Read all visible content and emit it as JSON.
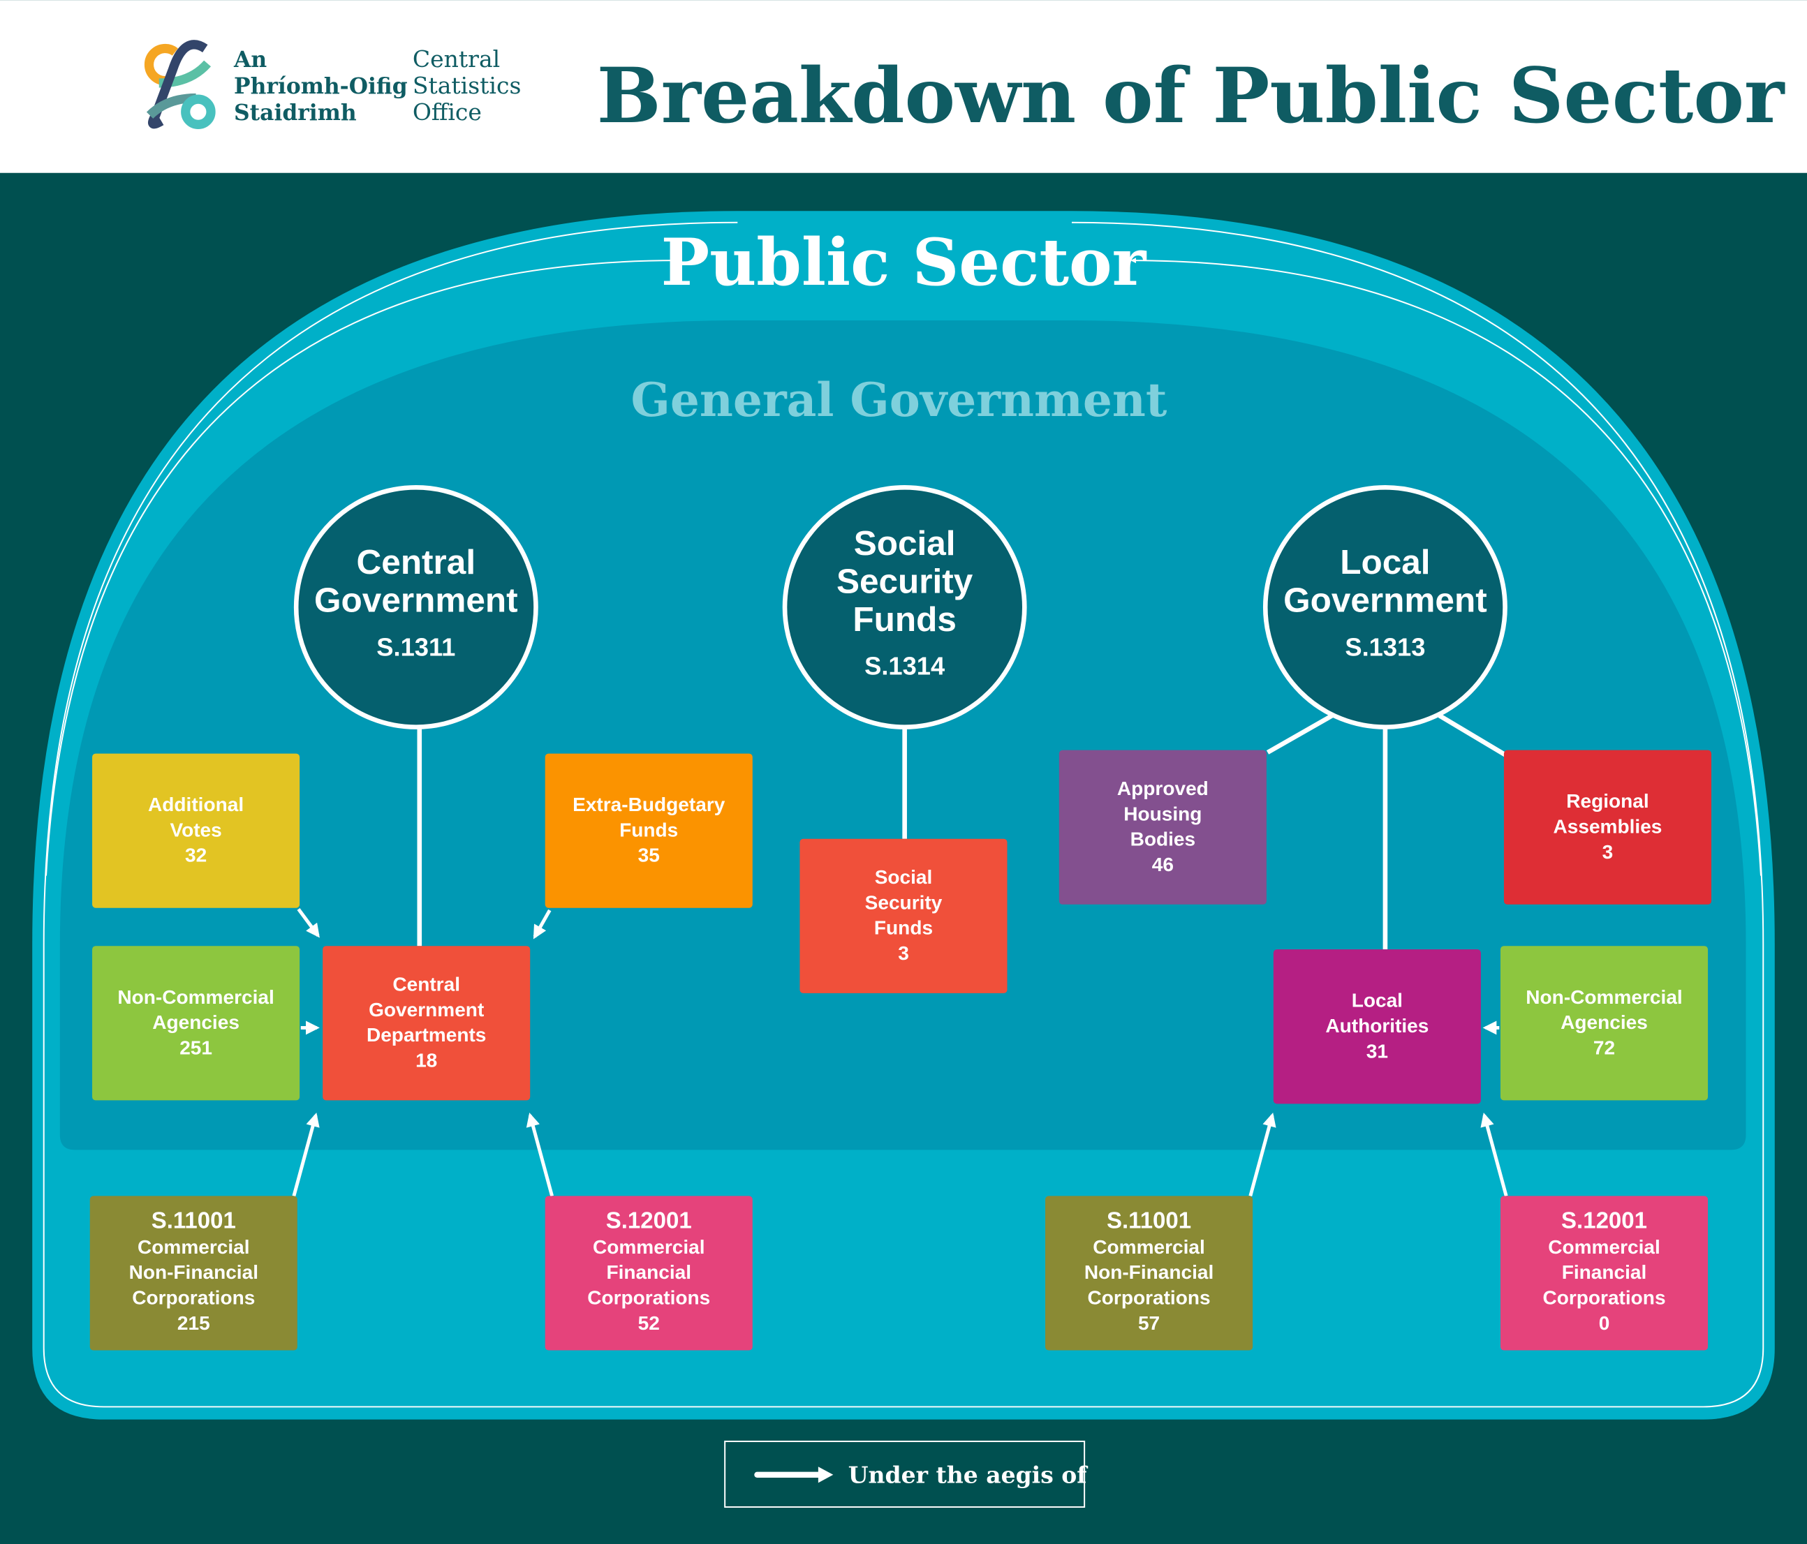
{
  "header": {
    "logo": {
      "irish_lines": [
        "An",
        "Phríomh-Oifig",
        "Staidrimh"
      ],
      "english_lines": [
        "Central",
        "Statistics",
        "Office"
      ]
    },
    "title": "Breakdown of Public Sector"
  },
  "colors": {
    "dark_bg": "#005050",
    "public_sector": "#00b0c8",
    "general_government": "#0099b4",
    "circle": "#05606e",
    "title": "#0f5c63"
  },
  "public_sector_label": "Public Sector",
  "general_government_label": "General Government",
  "circles": [
    {
      "id": "central-government",
      "lines": [
        "Central",
        "Government"
      ],
      "code": "S.1311"
    },
    {
      "id": "social-security-funds",
      "lines": [
        "Social",
        "Security",
        "Funds"
      ],
      "code": "S.1314"
    },
    {
      "id": "local-government",
      "lines": [
        "Local",
        "Government"
      ],
      "code": "S.1313"
    }
  ],
  "boxes": [
    {
      "id": "additional-votes",
      "lines": [
        "Additional",
        "Votes"
      ],
      "count": "32",
      "color": "#e2c423"
    },
    {
      "id": "extra-budgetary-funds",
      "lines": [
        "Extra-Budgetary",
        "Funds"
      ],
      "count": "35",
      "color": "#fb9300"
    },
    {
      "id": "central-non-commercial-agencies",
      "lines": [
        "Non-Commercial",
        "Agencies"
      ],
      "count": "251",
      "color": "#8dc63f"
    },
    {
      "id": "central-government-departments",
      "lines": [
        "Central",
        "Government",
        "Departments"
      ],
      "count": "18",
      "color": "#f0503a"
    },
    {
      "id": "social-security-funds-box",
      "lines": [
        "Social",
        "Security",
        "Funds"
      ],
      "count": "3",
      "color": "#f0503a"
    },
    {
      "id": "approved-housing-bodies",
      "lines": [
        "Approved",
        "Housing",
        "Bodies"
      ],
      "count": "46",
      "color": "#83508f"
    },
    {
      "id": "regional-assemblies",
      "lines": [
        "Regional",
        "Assemblies"
      ],
      "count": "3",
      "color": "#de2e35"
    },
    {
      "id": "local-authorities",
      "lines": [
        "Local",
        "Authorities"
      ],
      "count": "31",
      "color": "#b51f83"
    },
    {
      "id": "local-non-commercial-agencies",
      "lines": [
        "Non-Commercial",
        "Agencies"
      ],
      "count": "72",
      "color": "#8dc63f"
    },
    {
      "id": "central-s11001",
      "lines": [
        "S.11001",
        "Commercial",
        "Non-Financial",
        "Corporations"
      ],
      "count": "215",
      "color": "#8a8a34"
    },
    {
      "id": "central-s12001",
      "lines": [
        "S.12001",
        "Commercial",
        "Financial",
        "Corporations"
      ],
      "count": "52",
      "color": "#e5437b"
    },
    {
      "id": "local-s11001",
      "lines": [
        "S.11001",
        "Commercial",
        "Non-Financial",
        "Corporations"
      ],
      "count": "57",
      "color": "#8a8a34"
    },
    {
      "id": "local-s12001",
      "lines": [
        "S.12001",
        "Commercial",
        "Financial",
        "Corporations"
      ],
      "count": "0",
      "color": "#e5437b"
    }
  ],
  "legend": {
    "label": "Under the aegis of"
  }
}
